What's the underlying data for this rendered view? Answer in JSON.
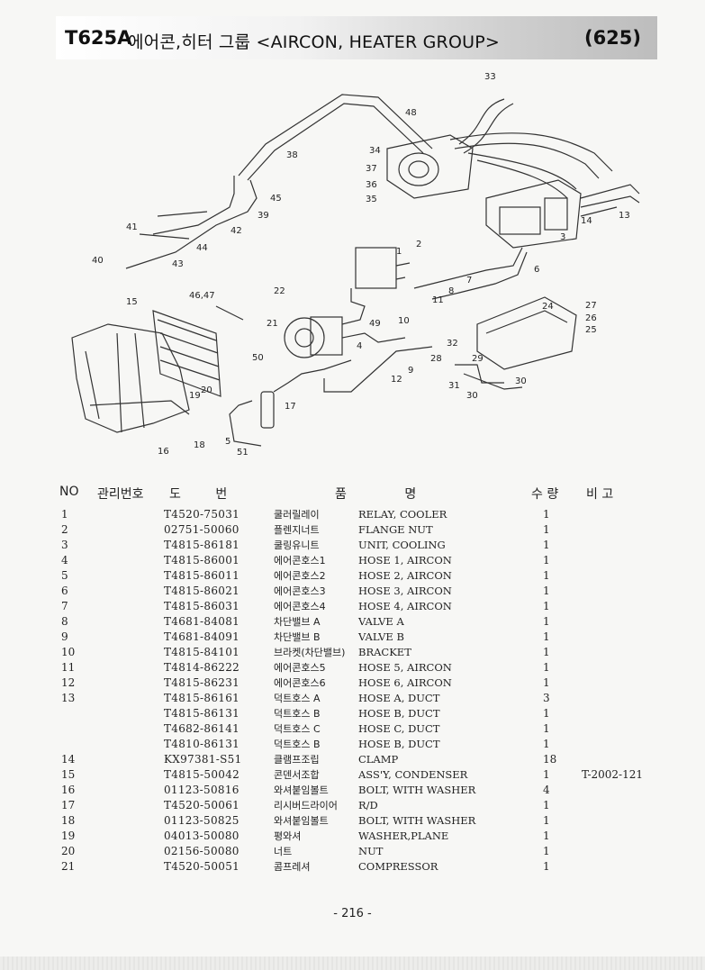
{
  "header": {
    "code": "T625A",
    "title": "에어콘,히터 그룹 <AIRCON, HEATER GROUP>",
    "group": "(625)"
  },
  "callouts": [
    "33",
    "48",
    "34",
    "38",
    "37",
    "36",
    "35",
    "45",
    "39",
    "14",
    "13",
    "3",
    "41",
    "42",
    "44",
    "40",
    "43",
    "1",
    "2",
    "6",
    "7",
    "8",
    "11",
    "22",
    "46,47",
    "15",
    "21",
    "49",
    "10",
    "24",
    "27",
    "26",
    "25",
    "4",
    "50",
    "32",
    "29",
    "28",
    "31",
    "30",
    "30",
    "9",
    "12",
    "19",
    "20",
    "17",
    "5",
    "16",
    "18",
    "51"
  ],
  "table": {
    "headers": {
      "no": "NO",
      "mgmt": "관리번호",
      "drawing": "도 번",
      "name": "품 명",
      "qty": "수 량",
      "remarks": "비 고"
    },
    "rows": [
      {
        "no": "1",
        "part": "T4520-75031",
        "kr": "쿨러릴레이",
        "en": "RELAY, COOLER",
        "qty": "1",
        "remarks": ""
      },
      {
        "no": "2",
        "part": "02751-50060",
        "kr": "플렌지너트",
        "en": "FLANGE NUT",
        "qty": "1",
        "remarks": ""
      },
      {
        "no": "3",
        "part": "T4815-86181",
        "kr": "쿨링유니트",
        "en": "UNIT, COOLING",
        "qty": "1",
        "remarks": ""
      },
      {
        "no": "4",
        "part": "T4815-86001",
        "kr": "에어콘호스1",
        "en": "HOSE 1, AIRCON",
        "qty": "1",
        "remarks": ""
      },
      {
        "no": "5",
        "part": "T4815-86011",
        "kr": "에어콘호스2",
        "en": "HOSE 2, AIRCON",
        "qty": "1",
        "remarks": ""
      },
      {
        "no": "6",
        "part": "T4815-86021",
        "kr": "에어콘호스3",
        "en": "HOSE 3, AIRCON",
        "qty": "1",
        "remarks": ""
      },
      {
        "no": "7",
        "part": "T4815-86031",
        "kr": "에어콘호스4",
        "en": "HOSE 4, AIRCON",
        "qty": "1",
        "remarks": ""
      },
      {
        "no": "8",
        "part": "T4681-84081",
        "kr": "차단밸브 A",
        "en": "VALVE A",
        "qty": "1",
        "remarks": ""
      },
      {
        "no": "9",
        "part": "T4681-84091",
        "kr": "차단밸브 B",
        "en": "VALVE B",
        "qty": "1",
        "remarks": ""
      },
      {
        "no": "10",
        "part": "T4815-84101",
        "kr": "브라켓(차단밸브)",
        "en": "BRACKET",
        "qty": "1",
        "remarks": ""
      },
      {
        "no": "11",
        "part": "T4814-86222",
        "kr": "에어콘호스5",
        "en": "HOSE 5, AIRCON",
        "qty": "1",
        "remarks": ""
      },
      {
        "no": "12",
        "part": "T4815-86231",
        "kr": "에어콘호스6",
        "en": "HOSE 6, AIRCON",
        "qty": "1",
        "remarks": ""
      },
      {
        "no": "13",
        "part": "T4815-86161",
        "kr": "덕트호스 A",
        "en": "HOSE A, DUCT",
        "qty": "3",
        "remarks": ""
      },
      {
        "no": "",
        "part": "T4815-86131",
        "kr": "덕트호스 B",
        "en": "HOSE B, DUCT",
        "qty": "1",
        "remarks": ""
      },
      {
        "no": "",
        "part": "T4682-86141",
        "kr": "덕트호스 C",
        "en": "HOSE C, DUCT",
        "qty": "1",
        "remarks": ""
      },
      {
        "no": "",
        "part": "T4810-86131",
        "kr": "덕트호스 B",
        "en": "HOSE B, DUCT",
        "qty": "1",
        "remarks": ""
      },
      {
        "no": "14",
        "part": "KX97381-S51",
        "kr": "클램프조립",
        "en": "CLAMP",
        "qty": "18",
        "remarks": ""
      },
      {
        "no": "15",
        "part": "T4815-50042",
        "kr": "콘덴서조합",
        "en": "ASS'Y, CONDENSER",
        "qty": "1",
        "remarks": "T-2002-121"
      },
      {
        "no": "16",
        "part": "01123-50816",
        "kr": "와셔붙임볼트",
        "en": "BOLT, WITH WASHER",
        "qty": "4",
        "remarks": ""
      },
      {
        "no": "17",
        "part": "T4520-50061",
        "kr": "리시버드라이어",
        "en": "R/D",
        "qty": "1",
        "remarks": ""
      },
      {
        "no": "18",
        "part": "01123-50825",
        "kr": "와셔붙임볼트",
        "en": "BOLT, WITH WASHER",
        "qty": "1",
        "remarks": ""
      },
      {
        "no": "19",
        "part": "04013-50080",
        "kr": "평와셔",
        "en": "WASHER,PLANE",
        "qty": "1",
        "remarks": ""
      },
      {
        "no": "20",
        "part": "02156-50080",
        "kr": "너트",
        "en": "NUT",
        "qty": "1",
        "remarks": ""
      },
      {
        "no": "21",
        "part": "T4520-50051",
        "kr": "콤프레셔",
        "en": "COMPRESSOR",
        "qty": "1",
        "remarks": ""
      }
    ]
  },
  "page_number": "- 216 -"
}
